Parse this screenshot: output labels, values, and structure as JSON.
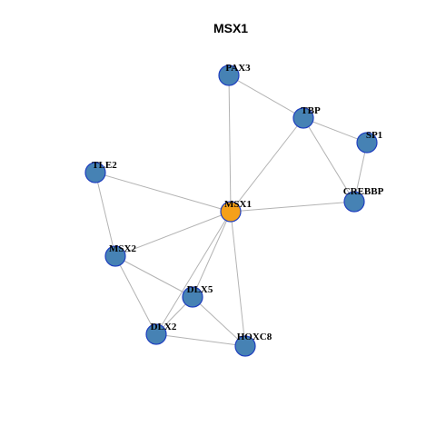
{
  "title": "MSX1",
  "colors": {
    "node_fill": "#4682b4",
    "center_fill": "#f5a01a",
    "node_stroke": "#1f3fbf",
    "edge": "#b3b3b3"
  },
  "nodes": [
    {
      "id": "MSX1",
      "center": true
    },
    {
      "id": "PAX3"
    },
    {
      "id": "TBP"
    },
    {
      "id": "SP1"
    },
    {
      "id": "CREBBP"
    },
    {
      "id": "TLE2"
    },
    {
      "id": "MSX2"
    },
    {
      "id": "DLX5"
    },
    {
      "id": "DLX2"
    },
    {
      "id": "HOXC8"
    }
  ],
  "edges": [
    [
      "MSX1",
      "PAX3"
    ],
    [
      "MSX1",
      "TBP"
    ],
    [
      "MSX1",
      "CREBBP"
    ],
    [
      "MSX1",
      "TLE2"
    ],
    [
      "MSX1",
      "MSX2"
    ],
    [
      "MSX1",
      "DLX5"
    ],
    [
      "MSX1",
      "DLX2"
    ],
    [
      "MSX1",
      "HOXC8"
    ],
    [
      "PAX3",
      "TBP"
    ],
    [
      "TBP",
      "SP1"
    ],
    [
      "TBP",
      "CREBBP"
    ],
    [
      "SP1",
      "CREBBP"
    ],
    [
      "TLE2",
      "MSX2"
    ],
    [
      "MSX2",
      "DLX5"
    ],
    [
      "MSX2",
      "DLX2"
    ],
    [
      "DLX5",
      "DLX2"
    ],
    [
      "DLX5",
      "HOXC8"
    ],
    [
      "DLX2",
      "HOXC8"
    ]
  ]
}
